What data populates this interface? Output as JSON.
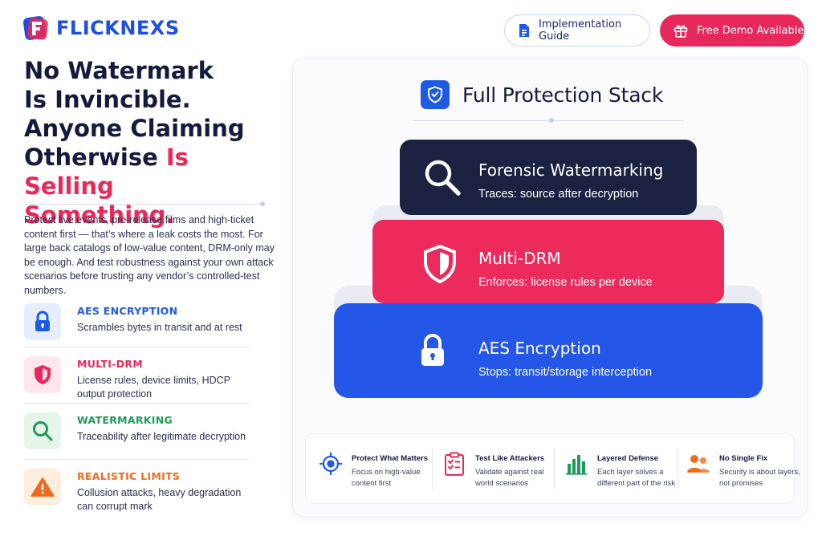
{
  "brand": {
    "name": "FLICKNEXS"
  },
  "header": {
    "guide_label": "Implementation Guide",
    "demo_label": "Free Demo Available"
  },
  "headline": {
    "line1": "No Watermark",
    "line2": "Is Invincible.",
    "line3": "Anyone Claiming",
    "line4_dark": "Otherwise ",
    "line4_pink": "Is Selling",
    "line5": "Something."
  },
  "intro": "Protect live events, pre-release films and high-ticket content first — that’s where a leak costs the most. For large back catalogs of low-value content, DRM-only may be enough. And test robustness against your own attack scenarios before trusting any vendor’s controlled-test numbers.",
  "features": [
    {
      "title": "AES ENCRYPTION",
      "desc": "Scrambles bytes in transit and at rest",
      "color": "#1f5ae6",
      "icon": "lock-icon"
    },
    {
      "title": "MULTI-DRM",
      "desc": "License rules, device limits, HDCP output protection",
      "color": "#e8285a",
      "icon": "shield-icon"
    },
    {
      "title": "WATERMARKING",
      "desc": "Traceability after legitimate decryption",
      "color": "#1f9a5a",
      "icon": "magnifier-icon"
    },
    {
      "title": "REALISTIC LIMITS",
      "desc": "Collusion attacks, heavy degradation can corrupt mark",
      "color": "#f06a1c",
      "icon": "warning-icon"
    }
  ],
  "stack": {
    "title": "Full Protection Stack",
    "layers": [
      {
        "name": "Forensic Watermarking",
        "desc": "Traces: source after decryption",
        "color": "#1b2141",
        "icon": "magnifier-icon"
      },
      {
        "name": "Multi-DRM",
        "desc": "Enforces: license rules per device",
        "color": "#ec2a5c",
        "icon": "shield-icon"
      },
      {
        "name": "AES Encryption",
        "desc": "Stops: transit/storage interception",
        "color": "#2457e8",
        "icon": "lock-icon"
      }
    ]
  },
  "principles": [
    {
      "title": "Protect What Matters",
      "desc": "Focus on high-value content first",
      "icon": "target-icon"
    },
    {
      "title": "Test Like Attackers",
      "desc": "Validate against real world scenarios",
      "icon": "checklist-icon"
    },
    {
      "title": "Layered Defense",
      "desc": "Each layer solves a different part of the risk",
      "icon": "bar-chart-icon"
    },
    {
      "title": "No Single Fix",
      "desc": "Security is about layers, not promises",
      "icon": "people-icon"
    }
  ],
  "colors": {
    "brand_blue": "#1f4fe0",
    "accent_pink": "#e8285a",
    "navy": "#151a3d"
  }
}
